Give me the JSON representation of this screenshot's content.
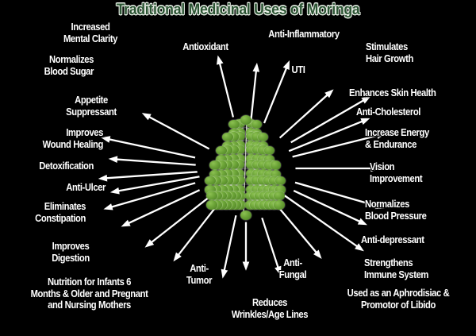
{
  "figure": {
    "title": "Traditional Medicinal Uses  of Moringa",
    "background_color": "#000000",
    "title_color": "#2c5434",
    "label_color": "#ffffff",
    "arrow_color": "#ffffff",
    "center_subject": "moringa-leaf"
  },
  "chart_data": {
    "type": "diagram",
    "title": "Traditional Medicinal Uses  of Moringa",
    "center_label": "Moringa leaf",
    "layout": "radial starburst with arrows pointing outward from center to labels",
    "count": 24,
    "items": [
      {
        "label": "Increased\nMental Clarity",
        "angle_deg": 152,
        "side": "top-left"
      },
      {
        "label": "Normalizes\nBlood Sugar",
        "angle_deg": 168,
        "side": "left"
      },
      {
        "label": "Appetite\nSuppressant",
        "angle_deg": 176,
        "side": "left"
      },
      {
        "label": "Improves\nWound Healing",
        "angle_deg": 184,
        "side": "left"
      },
      {
        "label": "Detoxification",
        "angle_deg": 190,
        "side": "left"
      },
      {
        "label": "Anti-Ulcer",
        "angle_deg": 196,
        "side": "left"
      },
      {
        "label": "Eliminates\nConstipation",
        "angle_deg": 205,
        "side": "left"
      },
      {
        "label": "Improves\nDigestion",
        "angle_deg": 218,
        "side": "bottom-left"
      },
      {
        "label": "Nutrition for Infants 6\nMonths & Older and Pregnant\nand Nursing Mothers",
        "angle_deg": 232,
        "side": "bottom-left"
      },
      {
        "label": "Anti-\nTumor",
        "angle_deg": 258,
        "side": "bottom"
      },
      {
        "label": "Reduces\nWrinkles/Age Lines",
        "angle_deg": 270,
        "side": "bottom"
      },
      {
        "label": "Anti-\nFungal",
        "angle_deg": 288,
        "side": "bottom"
      },
      {
        "label": "Used as an Aphrodisiac &\nPromotor of Libido",
        "angle_deg": 310,
        "side": "bottom-right"
      },
      {
        "label": "Strengthens\nImmune System",
        "angle_deg": 325,
        "side": "right"
      },
      {
        "label": "Anti-depressant",
        "angle_deg": 335,
        "side": "right"
      },
      {
        "label": "Normalizes\nBlood Pressure",
        "angle_deg": 344,
        "side": "right"
      },
      {
        "label": "Vision\nImprovement",
        "angle_deg": 0,
        "side": "right"
      },
      {
        "label": "Increase Energy\n& Endurance",
        "angle_deg": 14,
        "side": "right"
      },
      {
        "label": "Anti-Cholesterol",
        "angle_deg": 22,
        "side": "right"
      },
      {
        "label": "Enhances Skin Health",
        "angle_deg": 30,
        "side": "right"
      },
      {
        "label": "Stimulates\nHair Growth",
        "angle_deg": 42,
        "side": "top-right"
      },
      {
        "label": "UTI",
        "angle_deg": 68,
        "side": "top"
      },
      {
        "label": "Anti-Inflammatory",
        "angle_deg": 84,
        "side": "top"
      },
      {
        "label": "Antioxidant",
        "angle_deg": 104,
        "side": "top"
      }
    ]
  },
  "labels": {
    "mental_clarity": "Increased\nMental Clarity",
    "blood_sugar": "Normalizes\nBlood Sugar",
    "appetite": "Appetite\nSuppressant",
    "wound_healing": "Improves\nWound Healing",
    "detoxification": "Detoxification",
    "anti_ulcer": "Anti-Ulcer",
    "constipation": "Eliminates\nConstipation",
    "digestion": "Improves\nDigestion",
    "nutrition": "Nutrition for Infants 6\nMonths & Older and Pregnant\nand Nursing Mothers",
    "anti_tumor": "Anti-\nTumor",
    "wrinkles": "Reduces\nWrinkles/Age Lines",
    "anti_fungal": "Anti-\nFungal",
    "aphrodisiac": "Used as an Aphrodisiac &\nPromotor of Libido",
    "immune_system": "Strengthens\nImmune System",
    "anti_depressant": "Anti-depressant",
    "blood_pressure": "Normalizes\nBlood Pressure",
    "vision": "Vision\nImprovement",
    "energy": "Increase Energy\n& Endurance",
    "cholesterol": "Anti-Cholesterol",
    "skin_health": "Enhances Skin Health",
    "hair_growth": "Stimulates\nHair Growth",
    "uti": "UTI",
    "anti_inflammatory": "Anti-Inflammatory",
    "antioxidant": "Antioxidant"
  }
}
